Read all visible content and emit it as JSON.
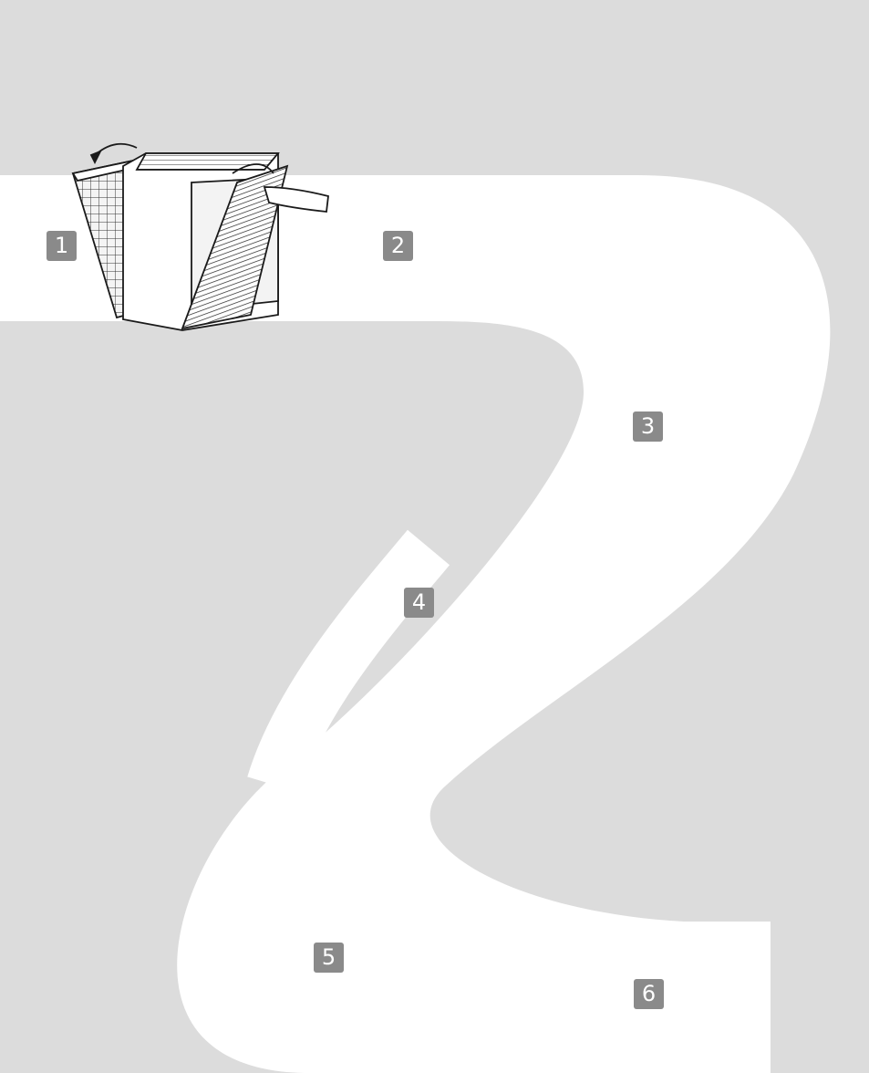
{
  "steps": [
    {
      "label": "1"
    },
    {
      "label": "2"
    },
    {
      "label": "3"
    },
    {
      "label": "4"
    },
    {
      "label": "5"
    },
    {
      "label": "6"
    }
  ],
  "colors": {
    "background": "#dcdcdc",
    "path": "#ffffff",
    "badge": "#8a8a8a",
    "line": "#1a1a1a",
    "filter_dark": "#4a4a4a",
    "power_button": "#777777"
  },
  "icons": [
    "rotate-arrow-icon",
    "push-arrow-icon",
    "lift-arrow-icon",
    "power-icon",
    "indicator-dot-icon"
  ]
}
